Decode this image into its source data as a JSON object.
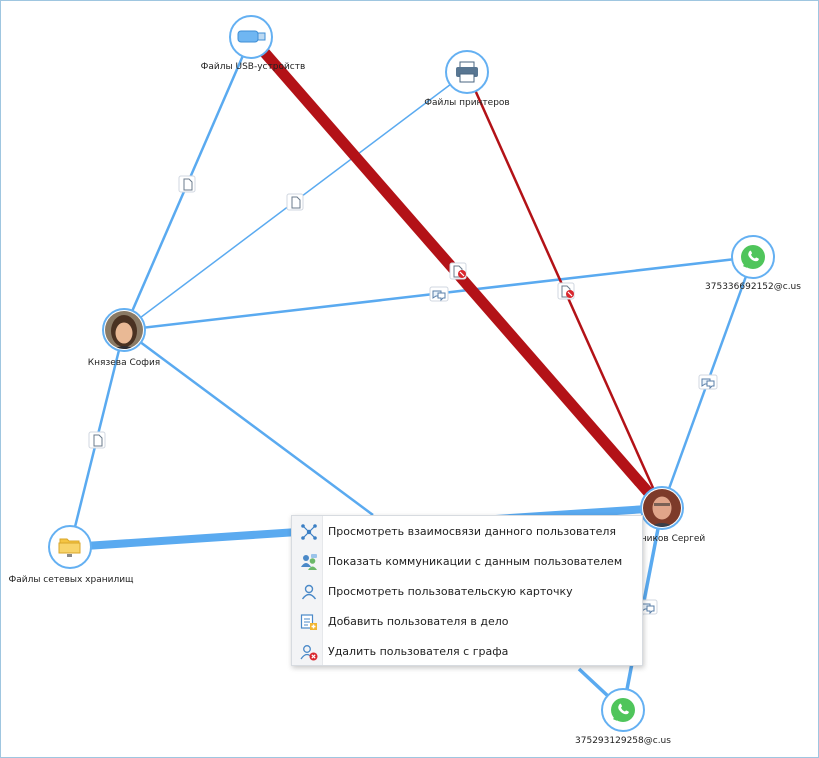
{
  "nodes": {
    "usb": {
      "label": "Файлы USB-устройств",
      "icon": "usb-drive-icon"
    },
    "printer": {
      "label": "Файлы принтеров",
      "icon": "printer-icon"
    },
    "whatsapp1": {
      "label": "375336692152@c.us",
      "icon": "whatsapp-icon"
    },
    "sofia": {
      "label": "Князева София",
      "icon": "user-avatar"
    },
    "sergey": {
      "label": "ников Сергей",
      "icon": "user-avatar"
    },
    "nas": {
      "label": "Файлы сетевых хранилищ",
      "icon": "folder-icon"
    },
    "whatsapp2": {
      "label": "375293129258@c.us",
      "icon": "whatsapp-icon"
    }
  },
  "colors": {
    "edge_blue": "#5aaaf0",
    "edge_red": "#b31217",
    "node_border": "#64b0f2",
    "whatsapp_green": "#4fc55b",
    "folder_yellow": "#f5c542"
  },
  "context_menu": {
    "items": [
      {
        "label": "Просмотреть взаимосвязи данного пользователя",
        "icon": "relations-graph-icon"
      },
      {
        "label": "Показать коммуникации с данным пользователем",
        "icon": "communications-users-icon"
      },
      {
        "label": "Просмотреть пользовательскую карточку",
        "icon": "user-card-icon"
      },
      {
        "label": "Добавить пользователя в дело",
        "icon": "add-to-case-icon"
      },
      {
        "label": "Удалить пользователя с графа",
        "icon": "remove-user-icon"
      }
    ]
  }
}
